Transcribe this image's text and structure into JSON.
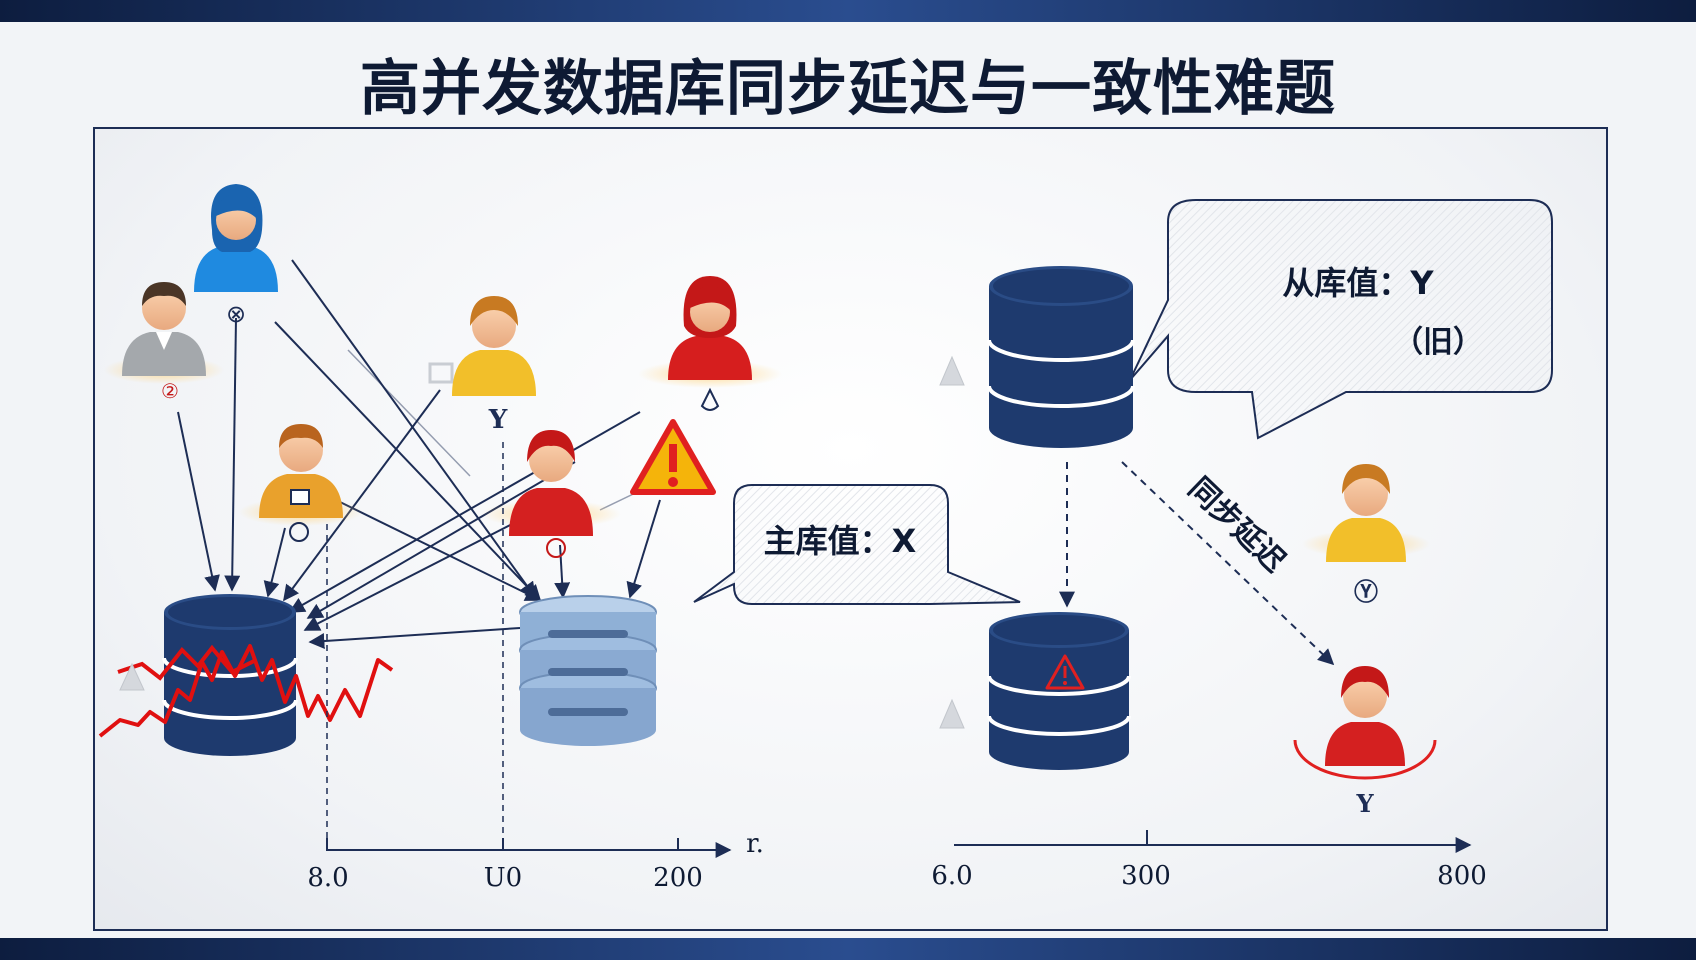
{
  "title": "高并发数据库同步延迟与一致性难题",
  "master_bubble": {
    "text": "主库值：X"
  },
  "slave_bubble": {
    "line1": "从库值：Y",
    "line2": "（旧）"
  },
  "sync_delay_label": "同步延迟",
  "user_marks": {
    "gray": "②",
    "blue": "⊗",
    "yellow_center": "Y",
    "yellow_right": "Ⓨ",
    "red_right": "Y"
  },
  "left_axis": {
    "ticks": [
      "8.0",
      "U0",
      "200"
    ],
    "end_label": "r."
  },
  "right_axis": {
    "ticks": [
      "6.0",
      "300",
      "800"
    ]
  },
  "colors": {
    "db_navy": "#1e3a6e",
    "db_light": "#8fb0d6",
    "alert_red": "#e02020",
    "warning_yellow": "#f5b40a",
    "user_blue": "#1f7fd6",
    "user_yellow": "#f2bf2a",
    "user_red": "#d42020",
    "user_gray": "#a0a4a8"
  },
  "icons": [
    "user-icon",
    "database-icon",
    "warning-icon",
    "speech-bubble",
    "signal-spike"
  ]
}
